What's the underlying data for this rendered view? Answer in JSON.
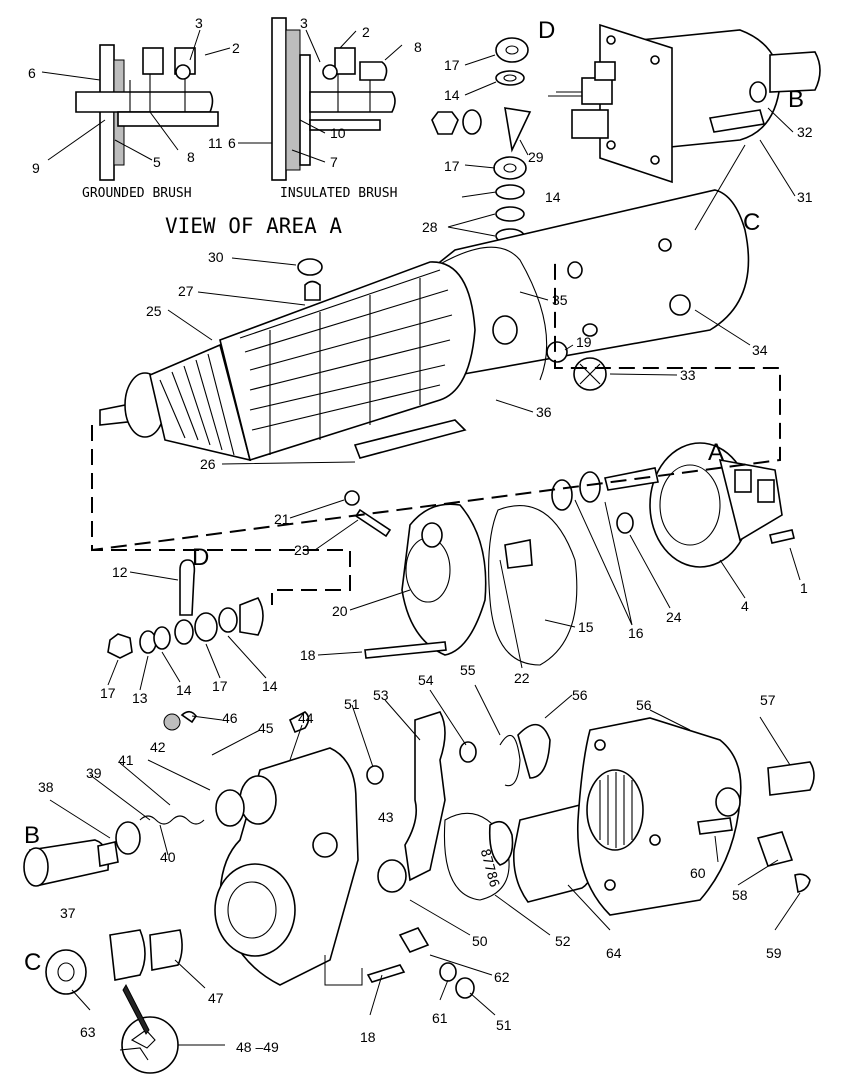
{
  "captions": {
    "grounded_brush": "GROUNDED BRUSH",
    "insulated_brush": "INSULATED BRUSH",
    "view_of_area": "VIEW OF AREA  A"
  },
  "view_letters": [
    "D",
    "B",
    "C",
    "A",
    "D",
    "B",
    "C"
  ],
  "callouts": [
    "6",
    "3",
    "2",
    "9",
    "5",
    "8",
    "3",
    "2",
    "8",
    "11",
    "6",
    "10",
    "7",
    "17",
    "14",
    "17",
    "14",
    "28",
    "29",
    "32",
    "31",
    "30",
    "27",
    "25",
    "35",
    "34",
    "19",
    "33",
    "36",
    "26",
    "21",
    "23",
    "12",
    "20",
    "18",
    "17",
    "13",
    "14",
    "17",
    "14",
    "15",
    "22",
    "16",
    "24",
    "4",
    "1",
    "46",
    "45",
    "44",
    "51",
    "53",
    "54",
    "55",
    "56",
    "56",
    "57",
    "38",
    "39",
    "41",
    "42",
    "40",
    "37",
    "43",
    "50",
    "52",
    "64",
    "60",
    "58",
    "59",
    "63",
    "47",
    "18",
    "62",
    "61",
    "51",
    "48 –49"
  ],
  "stamp_text": "87786"
}
